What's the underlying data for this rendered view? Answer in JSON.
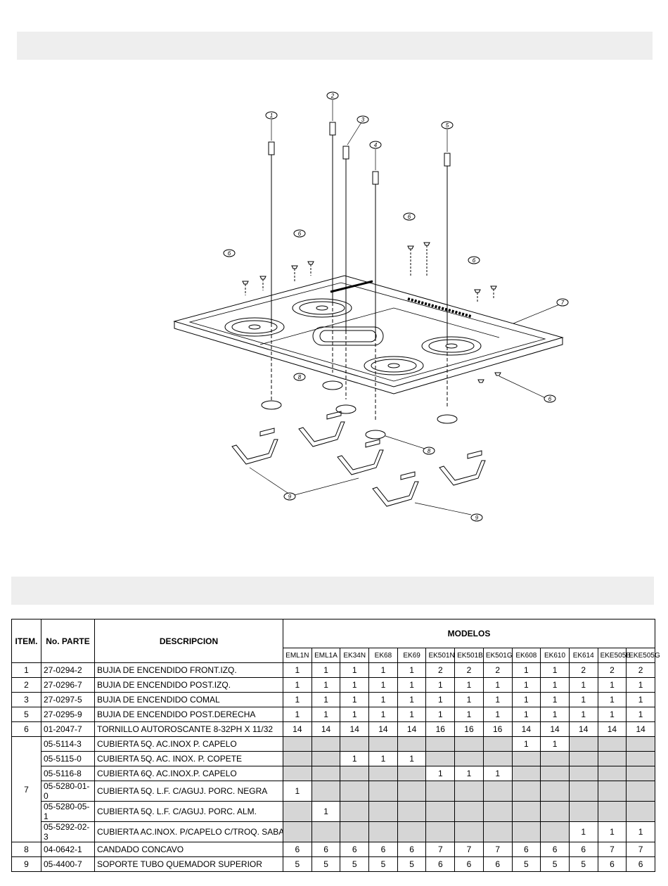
{
  "diagram": {
    "callouts": [
      "1",
      "2",
      "3",
      "4",
      "5",
      "6",
      "6",
      "6",
      "6",
      "6",
      "7",
      "8",
      "8",
      "9",
      "9"
    ]
  },
  "table": {
    "headers": {
      "item": "ITEM.",
      "part": "No. PARTE",
      "desc": "DESCRIPCION",
      "models": "MODELOS"
    },
    "models": [
      "EML1N",
      "EML1A",
      "EK34N",
      "EK68",
      "EK69",
      "EK501N",
      "EK501B",
      "EK501G",
      "EK608",
      "EK610",
      "EK614",
      "EKE505B",
      "EKE505G"
    ],
    "rows": [
      {
        "item": "1",
        "part": "27-0294-2",
        "desc": "BUJIA DE ENCENDIDO FRONT.IZQ.",
        "qty": [
          "1",
          "1",
          "1",
          "1",
          "1",
          "2",
          "2",
          "2",
          "1",
          "1",
          "2",
          "2",
          "2"
        ]
      },
      {
        "item": "2",
        "part": "27-0296-7",
        "desc": "BUJIA DE ENCENDIDO POST.IZQ.",
        "qty": [
          "1",
          "1",
          "1",
          "1",
          "1",
          "1",
          "1",
          "1",
          "1",
          "1",
          "1",
          "1",
          "1"
        ]
      },
      {
        "item": "3",
        "part": "27-0297-5",
        "desc": "BUJIA DE ENCENDIDO COMAL",
        "qty": [
          "1",
          "1",
          "1",
          "1",
          "1",
          "1",
          "1",
          "1",
          "1",
          "1",
          "1",
          "1",
          "1"
        ]
      },
      {
        "item": "5",
        "part": "27-0295-9",
        "desc": "BUJIA DE ENCENDIDO POST.DERECHA",
        "qty": [
          "1",
          "1",
          "1",
          "1",
          "1",
          "1",
          "1",
          "1",
          "1",
          "1",
          "1",
          "1",
          "1"
        ]
      },
      {
        "item": "6",
        "part": "01-2047-7",
        "desc": "TORNILLO AUTOROSCANTE 8-32PH X 11/32",
        "qty": [
          "14",
          "14",
          "14",
          "14",
          "14",
          "16",
          "16",
          "16",
          "14",
          "14",
          "14",
          "14",
          "14"
        ]
      },
      {
        "item": "7",
        "part": "05-5114-3",
        "desc": "CUBIERTA 5Q. AC.INOX P. CAPELO",
        "qty": [
          null,
          null,
          null,
          null,
          null,
          null,
          null,
          null,
          "1",
          "1",
          null,
          null,
          null
        ]
      },
      {
        "item": "",
        "part": "05-5115-0",
        "desc": "CUBIERTA 5Q. AC. INOX. P. COPETE",
        "qty": [
          null,
          null,
          "1",
          "1",
          "1",
          null,
          null,
          null,
          null,
          null,
          null,
          null,
          null
        ]
      },
      {
        "item": "",
        "part": "05-5116-8",
        "desc": "CUBIERTA 6Q. AC.INOX.P. CAPELO",
        "qty": [
          null,
          null,
          null,
          null,
          null,
          "1",
          "1",
          "1",
          null,
          null,
          null,
          null,
          null
        ]
      },
      {
        "item": "",
        "part": "05-5280-01-0",
        "desc": "CUBIERTA 5Q. L.F. C/AGUJ. PORC. NEGRA",
        "qty": [
          "1",
          null,
          null,
          null,
          null,
          null,
          null,
          null,
          null,
          null,
          null,
          null,
          null
        ]
      },
      {
        "item": "",
        "part": "05-5280-05-1",
        "desc": "CUBIERTA 5Q. L.F. C/AGUJ. PORC. ALM.",
        "qty": [
          null,
          "1",
          null,
          null,
          null,
          null,
          null,
          null,
          null,
          null,
          null,
          null,
          null
        ]
      },
      {
        "item": "",
        "part": "05-5292-02-3",
        "desc": "CUBIERTA AC.INOX. P/CAPELO C/TROQ. SABAF",
        "qty": [
          null,
          null,
          null,
          null,
          null,
          null,
          null,
          null,
          null,
          null,
          "1",
          "1",
          "1"
        ]
      },
      {
        "item": "8",
        "part": "04-0642-1",
        "desc": "CANDADO CONCAVO",
        "qty": [
          "6",
          "6",
          "6",
          "6",
          "6",
          "7",
          "7",
          "7",
          "6",
          "6",
          "6",
          "7",
          "7"
        ]
      },
      {
        "item": "9",
        "part": "05-4400-7",
        "desc": "SOPORTE TUBO QUEMADOR SUPERIOR",
        "qty": [
          "5",
          "5",
          "5",
          "5",
          "5",
          "6",
          "6",
          "6",
          "5",
          "5",
          "5",
          "6",
          "6"
        ]
      }
    ]
  }
}
